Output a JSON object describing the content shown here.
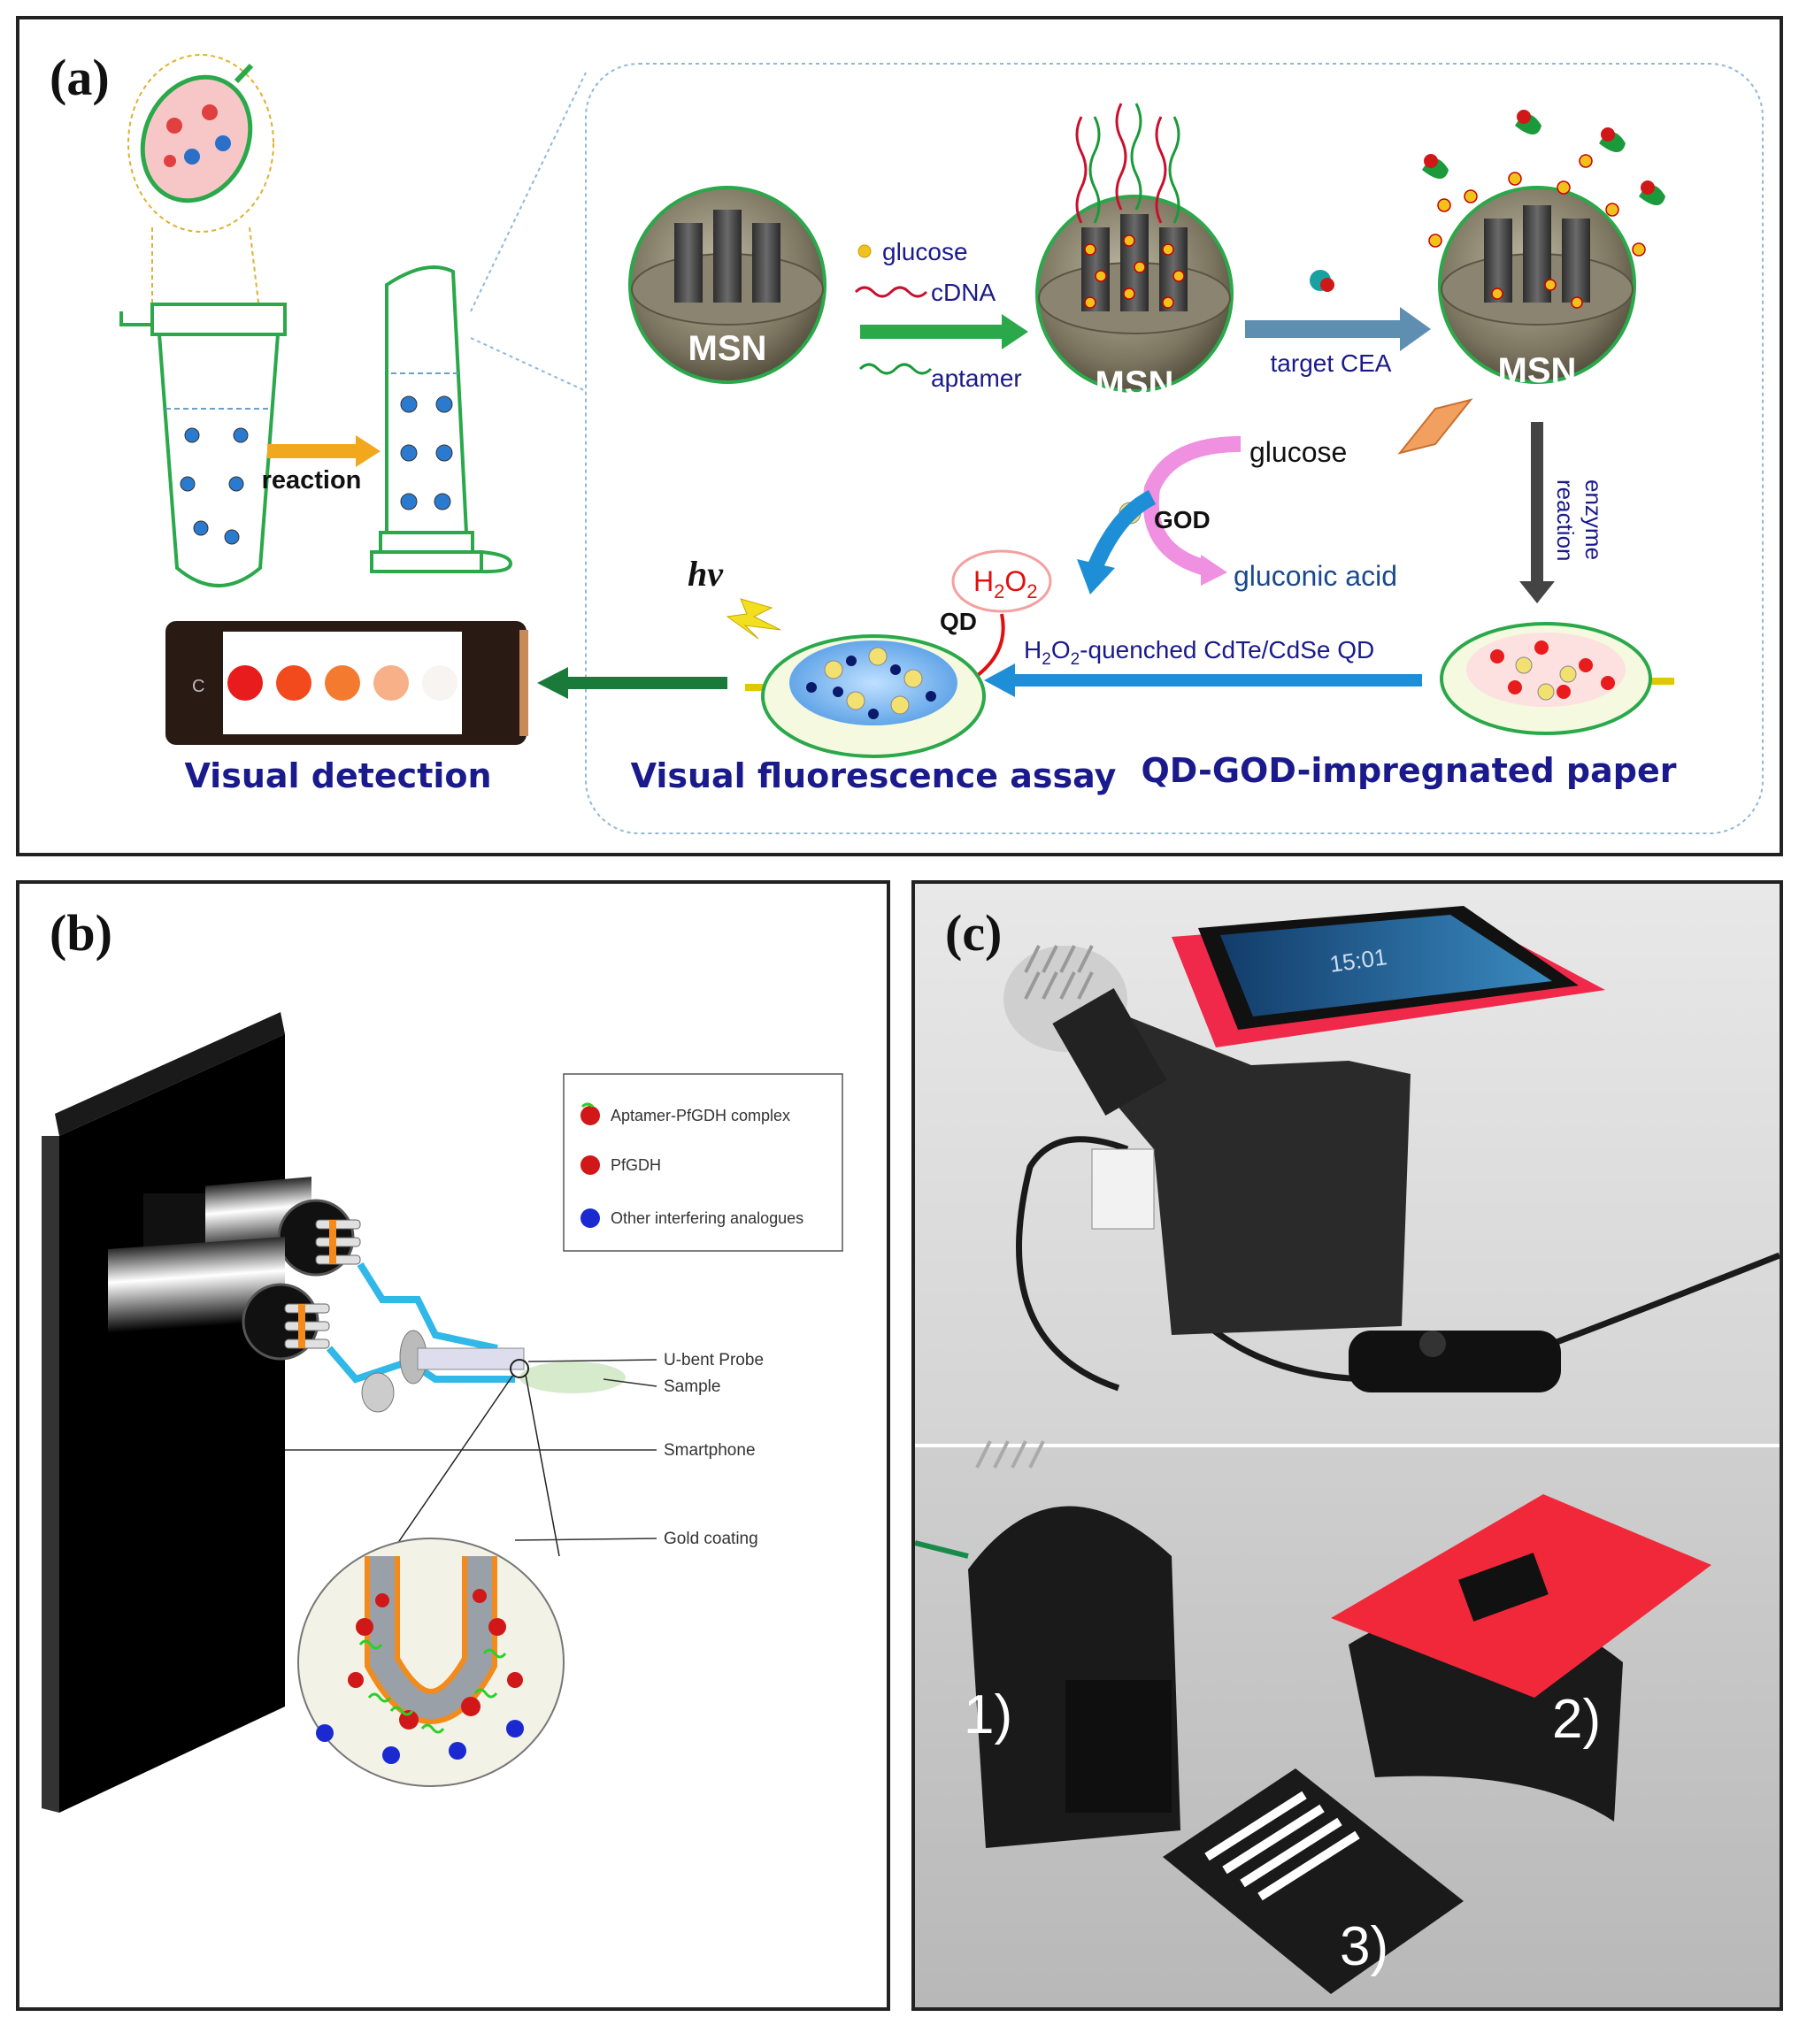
{
  "panel_a": {
    "label": "(a)",
    "msn_label": "MSN",
    "legend": {
      "glucose": "glucose",
      "cdna": "cDNA",
      "aptamer": "aptamer"
    },
    "target_cea": "target CEA",
    "reaction": "reaction",
    "enzyme_reaction_1": "enzyme",
    "enzyme_reaction_2": "reaction",
    "glucose_out": "glucose",
    "god": "GOD",
    "h2o2_h": "H",
    "h2o2_sub1": "2",
    "h2o2_o": "O",
    "h2o2_sub2": "2",
    "gluconic_acid": "gluconic acid",
    "hv": "hv",
    "qd": "QD",
    "quench_h": "H",
    "quench_sub1": "2",
    "quench_o": "O",
    "quench_sub2": "2",
    "quench_rest": "-quenched  CdTe/CdSe  QD",
    "phone_c": "C",
    "visual_detection": "Visual detection",
    "visual_fluorescence": "Visual fluorescence assay",
    "qd_god_paper": "QD-GOD-impregnated paper",
    "colors": {
      "msn_arrow_green": "#2aa84a",
      "msn_arrow_blue": "#5f8fb0",
      "cdna_red": "#c8102e",
      "aptamer_green": "#1a9a3a",
      "caption_blue": "#1a1a8c",
      "h2o2_red": "#e01010",
      "quench_arrow": "#1e8fd6",
      "detect_arrow": "#1a7a3a"
    }
  },
  "panel_b": {
    "label": "(b)",
    "legend": [
      {
        "text": "Aptamer-PfGDH complex",
        "color": "#d01818"
      },
      {
        "text": "PfGDH",
        "color": "#d01818"
      },
      {
        "text": "Other interfering analogues",
        "color": "#1a2ad0"
      }
    ],
    "callouts": [
      "U-bent Probe",
      "Sample",
      "Smartphone",
      "Gold coating"
    ]
  },
  "panel_c": {
    "label": "(c)",
    "parts": [
      "1)",
      "2)",
      "3)"
    ],
    "phone_time": "15:01"
  }
}
